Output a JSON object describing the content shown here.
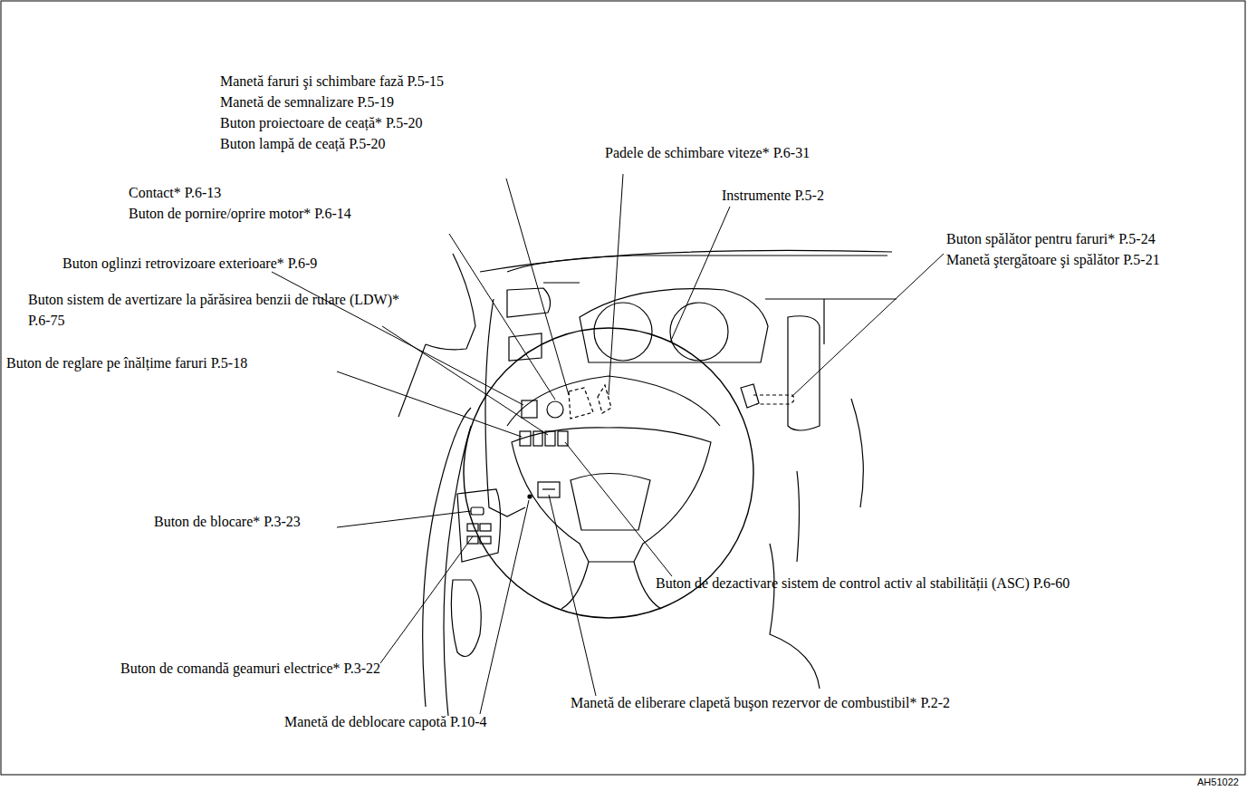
{
  "diagram": {
    "labels": [
      "Manetă faruri şi schimbare fază P.5-15",
      "Manetă de semnalizare P.5-19",
      "Buton proiectoare de ceață* P.5-20",
      "Buton lampă de ceață P.5-20",
      "Padele de schimbare viteze* P.6-31",
      "Contact* P.6-13",
      "Buton de pornire/oprire motor* P.6-14",
      "Instrumente P.5-2",
      "Buton oglinzi retrovizoare exterioare* P.6-9",
      "Buton sistem de avertizare la părăsirea benzii de rulare (LDW)* P.6-75",
      "Buton spălător pentru faruri* P.5-24",
      "Manetă ştergătoare şi spălător P.5-21",
      "Buton de reglare pe înălțime faruri P.5-18",
      "Buton de blocare* P.3-23",
      "Buton de dezactivare sistem de control activ al stabilității (ASC) P.6-60",
      "Buton de comandă geamuri electrice* P.3-22",
      "Manetă de eliberare clapetă buşon rezervor de combustibil* P.2-2",
      "Manetă de deblocare capotă P.10-4",
      "AH51022"
    ]
  }
}
